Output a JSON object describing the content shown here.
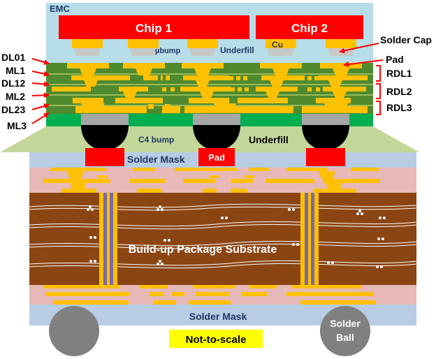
{
  "labels": {
    "emc": "EMC",
    "chip1": "Chip 1",
    "chip2": "Chip 2",
    "ubump": "µbump",
    "underfill_top": "Underfill",
    "cu": "Cu",
    "solder_cap": "Solder Cap",
    "pad_right": "Pad",
    "dl01": "DL01",
    "ml1": "ML1",
    "dl12": "DL12",
    "ml2": "ML2",
    "dl23": "DL23",
    "ml3": "ML3",
    "rdl1": "RDL1",
    "rdl2": "RDL2",
    "rdl3": "RDL3",
    "c4_bump": "C4 bump",
    "underfill_mid": "Underfill",
    "solder_mask_top": "Solder Mask",
    "pad_center": "Pad",
    "substrate": "Build-up  Package  Substrate",
    "solder_mask_bottom": "Solder Mask",
    "solder_ball": [
      "Solder",
      "Ball"
    ],
    "not_to_scale": "Not-to-scale"
  },
  "colors": {
    "emc": "#b7dde8",
    "chip": "#ff0000",
    "copper": "#ffc000",
    "rdl_dielectric": "#4f8a2e",
    "green_band": "#00b050",
    "underfill": "#c4d79b",
    "solder_mask": "#b8cce4",
    "prepreg": "#e6b9b8",
    "core": "#8b4513",
    "solder": "#808080",
    "c4": "#000000",
    "via_core": "#7b6aa6",
    "label_red": "#ff0000",
    "note_bg": "#ffff00"
  }
}
